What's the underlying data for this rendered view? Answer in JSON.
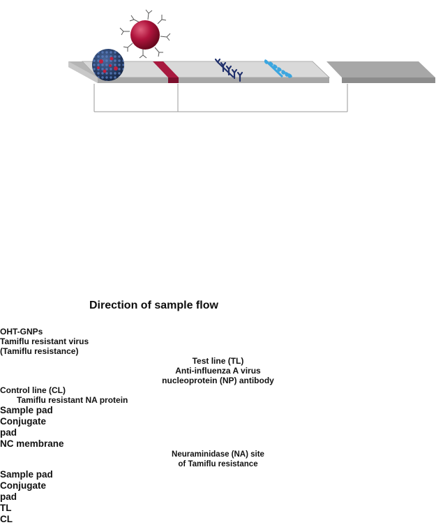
{
  "top_panel": {
    "gnp_label": "OHT-GNPs",
    "virus_label": [
      "Tamiflu resistant virus",
      "(Tamiflu resistance)"
    ],
    "test_line_label": [
      "Test line (TL)",
      "Anti-influenza A virus",
      "nucleoprotein (NP) antibody"
    ],
    "control_line_label": [
      "Control line (CL)",
      "Tamiflu resistant NA protein"
    ],
    "sample_pad": "Sample pad",
    "conjugate_pad": [
      "Conjugate",
      "pad"
    ],
    "nc_membrane": "NC membrane"
  },
  "bottom_panel": {
    "na_site_label": [
      "Neuraminidase (NA) site",
      "of Tamiflu resistance"
    ],
    "sample_pad": "Sample pad",
    "conjugate_pad": [
      "Conjugate",
      "pad"
    ],
    "tl": "TL",
    "cl": "CL"
  },
  "flow_arrow": {
    "label": "Direction of sample flow"
  },
  "colors": {
    "strip_top": "#d9d9d9",
    "strip_front": "#a6a6a6",
    "end_pad": "#9a9a9a",
    "conjugate": "#a8193f",
    "gnp": "#a50f35",
    "antibody": "#1f2f6b",
    "control": "#3ba6e0",
    "virus": "#24385f",
    "pocket_highlight": "#e2402e",
    "ligand": "#3a8f2a",
    "zoom_ring": "#2a9d45"
  }
}
